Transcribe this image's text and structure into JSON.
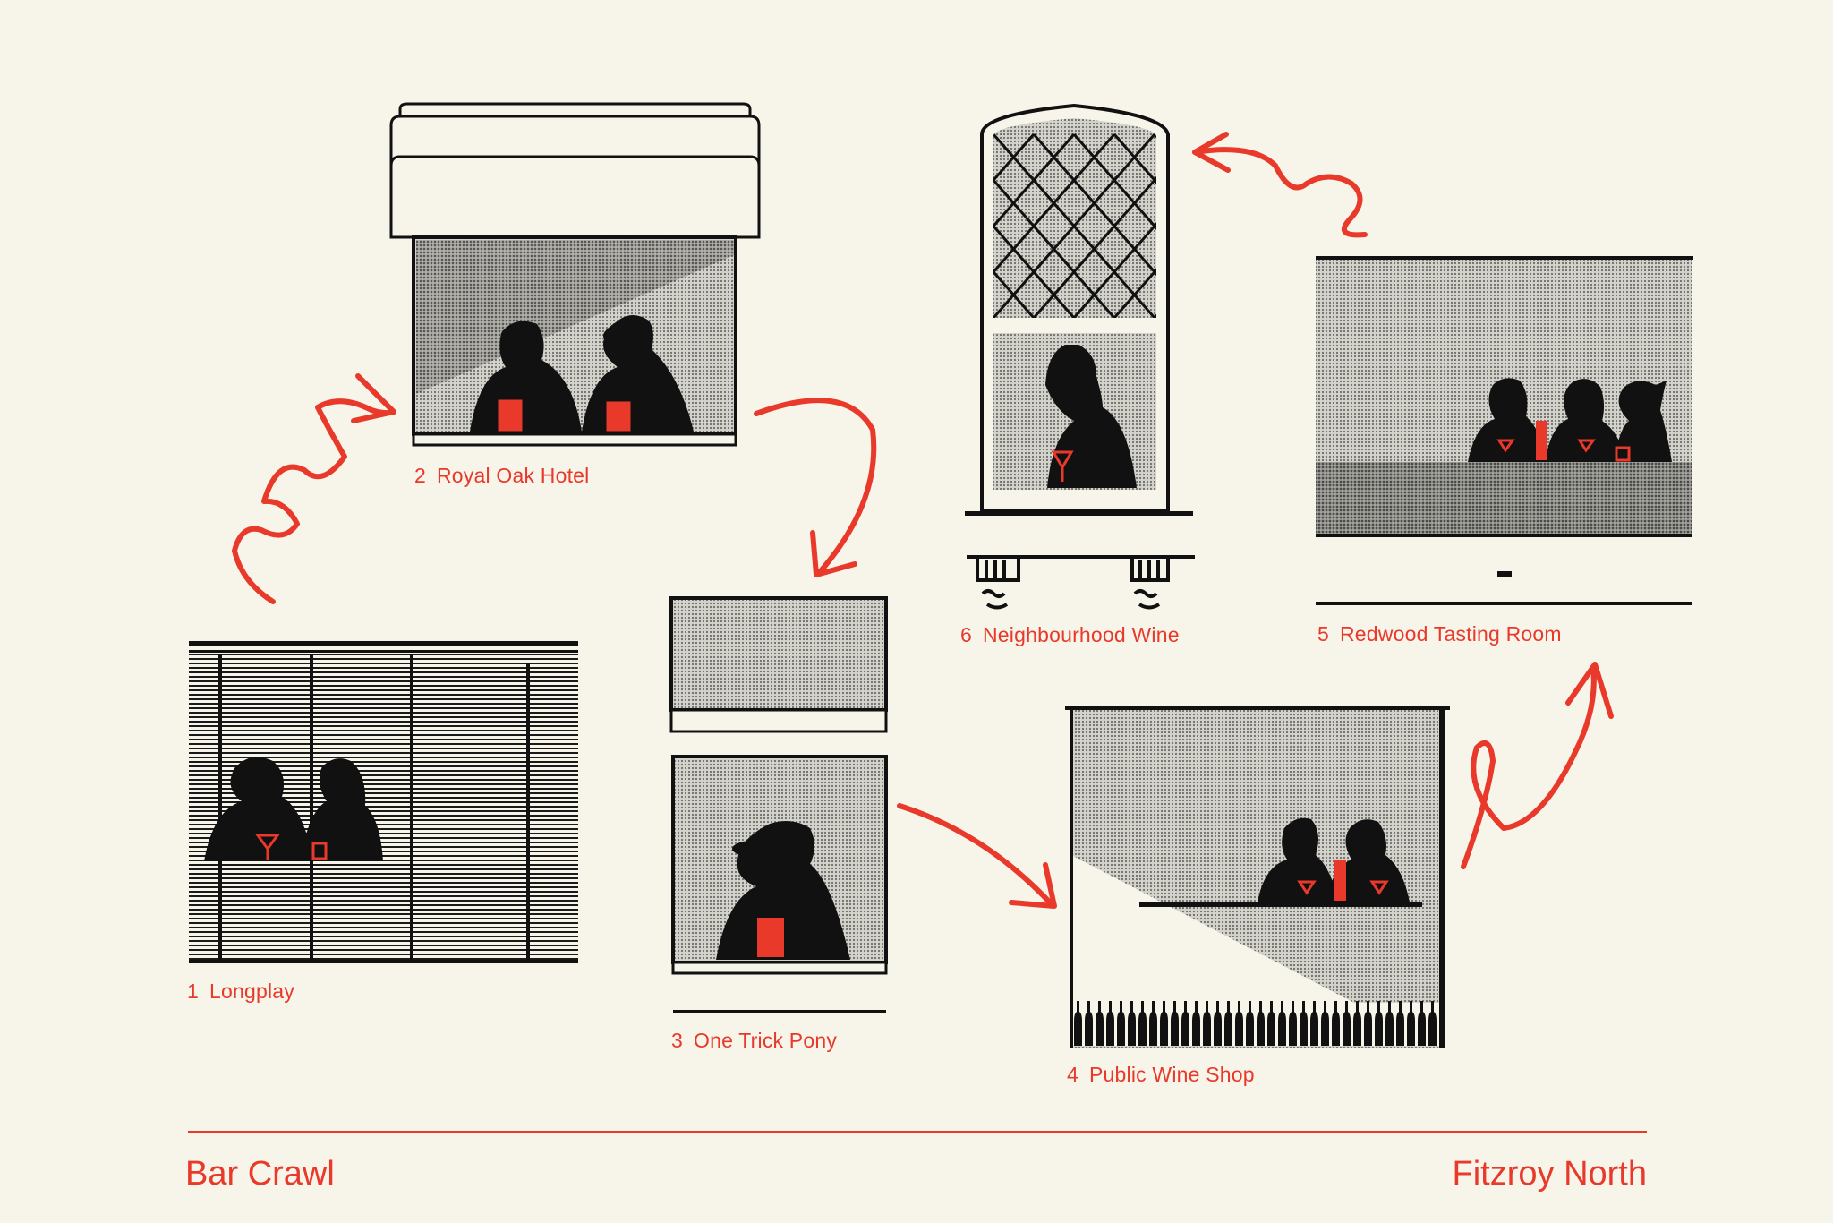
{
  "title": "Bar Crawl",
  "location": "Fitzroy North",
  "stops": [
    {
      "number": "1",
      "name": "Longplay"
    },
    {
      "number": "2",
      "name": "Royal Oak Hotel"
    },
    {
      "number": "3",
      "name": "One Trick Pony"
    },
    {
      "number": "4",
      "name": "Public Wine Shop"
    },
    {
      "number": "5",
      "name": "Redwood Tasting Room"
    },
    {
      "number": "6",
      "name": "Neighbourhood Wine"
    }
  ],
  "colors": {
    "accent": "#e8392a",
    "ink": "#111111",
    "paper": "#f7f4ea",
    "halftone": "#a9a9a9"
  }
}
